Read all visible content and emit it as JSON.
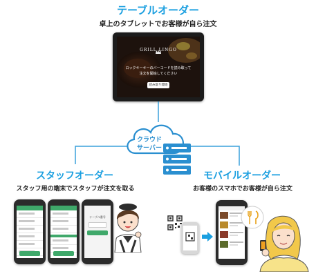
{
  "table_order": {
    "title": "テーブルオーダー",
    "subtitle": "卓上のタブレットでお客様が自ら注文",
    "tablet": {
      "logo": "GRILL LINGO",
      "message_line1": "ロックキーキーのバーコードを読み取って",
      "message_line2": "注文を開始してください",
      "start_button": "読み取り開始"
    }
  },
  "cloud_server": {
    "line1": "クラウド",
    "line2": "サーバー"
  },
  "staff_order": {
    "title": "スタッフオーダー",
    "subtitle": "スタッフ用の端末でスタッフが注文を取る",
    "order_screen_caption": "テーブル番号"
  },
  "mobile_order": {
    "title": "モバイルオーダー",
    "subtitle": "お客様のスマホでお客様が自ら注文"
  },
  "colors": {
    "accent": "#1a9fe0",
    "line": "#3aa0db",
    "staff_green": "#3fa86a",
    "server": "#2a8fd0"
  }
}
